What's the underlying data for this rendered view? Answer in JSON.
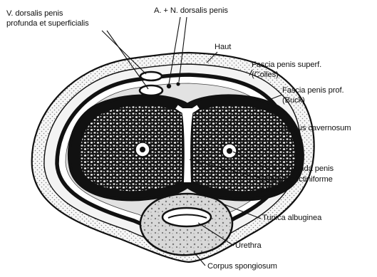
{
  "labels": {
    "v_dorsalis_1": "V. dorsalis penis",
    "v_dorsalis_2": "profunda et superficialis",
    "a_n_dorsalis": "A. + N. dorsalis penis",
    "haut": "Haut",
    "fascia_superf_1": "Fascia penis superf.",
    "fascia_superf_2": "(Colles)",
    "fascia_prof_1": "Fascia penis prof.",
    "fascia_prof_2": "(Buck)",
    "corpus_cavernosum": "Corpus cavernosum",
    "a_profunda": "A. profunda penis",
    "septum_1": "Septum pectiniforme",
    "septum_2": "penis",
    "tunica": "Tunica albuginea",
    "urethra": "Urethra",
    "corpus_spongiosum": "Corpus spongiosum"
  },
  "colors": {
    "ink": "#111111",
    "paper": "#ffffff",
    "shade": "#b9b9b9"
  }
}
